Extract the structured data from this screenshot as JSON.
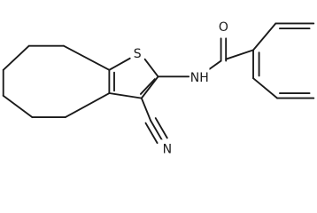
{
  "molecule": {
    "atoms": {
      "sulfur": "S",
      "oxygen": "O",
      "amide_nitrogen": "NH",
      "nitrile_nitrogen": "N"
    }
  }
}
